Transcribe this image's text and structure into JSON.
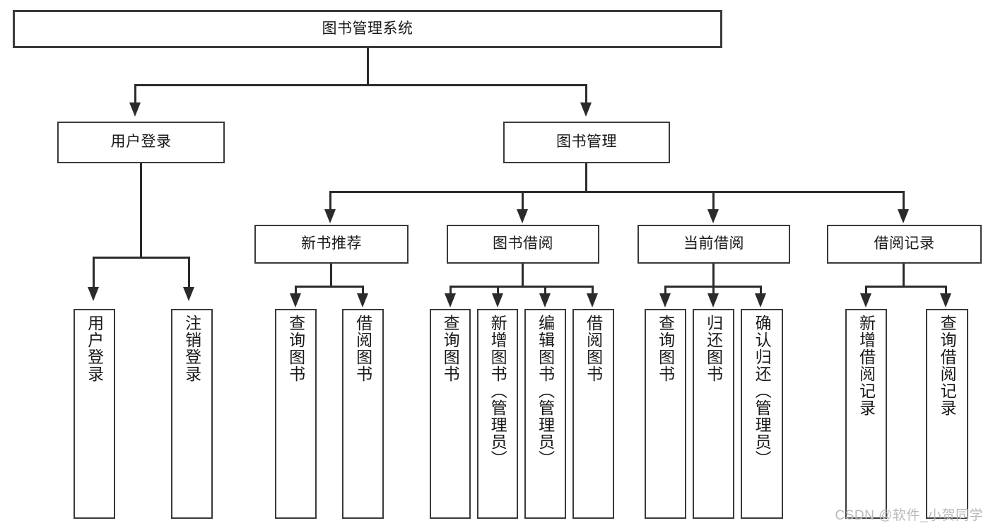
{
  "diagram": {
    "type": "tree-hierarchy-chart",
    "title": "图书管理系统",
    "watermark": "CSDN @软件_小贺同学",
    "colors": {
      "box_border": "#3a3a3a",
      "connector": "#2b2b2b",
      "background": "#ffffff",
      "text": "#1a1a1a",
      "watermark": "#b9b9b9"
    },
    "nodes": {
      "root": {
        "label": "图书管理系统"
      },
      "level2": [
        {
          "label": "用户登录"
        },
        {
          "label": "图书管理"
        }
      ],
      "level3": [
        {
          "label": "新书推荐"
        },
        {
          "label": "图书借阅"
        },
        {
          "label": "当前借阅"
        },
        {
          "label": "借阅记录"
        }
      ],
      "leaves_user_login": [
        {
          "label": "用户登录"
        },
        {
          "label": "注销登录"
        }
      ],
      "leaves_new_book": [
        {
          "label": "查询图书"
        },
        {
          "label": "借阅图书"
        }
      ],
      "leaves_borrow": [
        {
          "label": "查询图书"
        },
        {
          "label": "新增图书（管理员）"
        },
        {
          "label": "编辑图书（管理员）"
        },
        {
          "label": "借阅图书"
        }
      ],
      "leaves_current": [
        {
          "label": "查询图书"
        },
        {
          "label": "归还图书"
        },
        {
          "label": "确认归还（管理员）"
        }
      ],
      "leaves_records": [
        {
          "label": "新增借阅记录"
        },
        {
          "label": "查询借阅记录"
        }
      ]
    }
  }
}
